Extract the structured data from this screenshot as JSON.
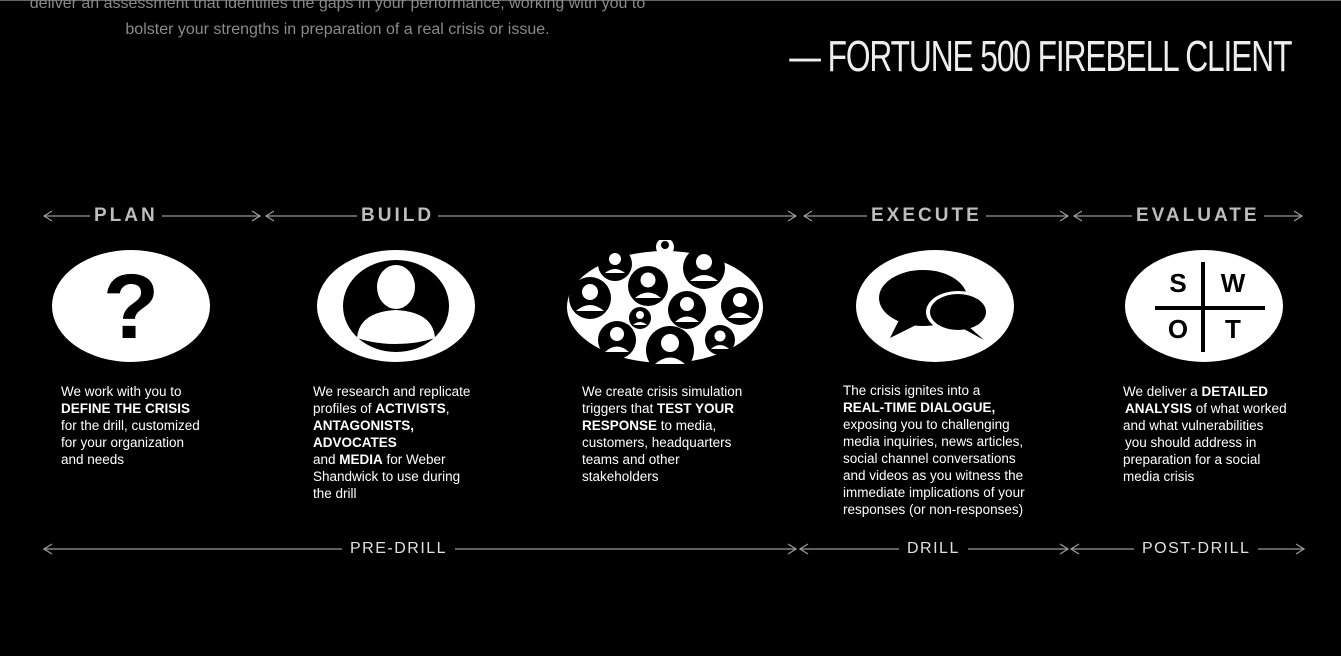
{
  "intro": {
    "line1": "deliver an assessment that identifies the gaps in your performance, working with you to",
    "line2": "bolster your strengths in preparation of a real crisis or issue."
  },
  "quote": "— FORTUNE 500 FIREBELL CLIENT",
  "phases": [
    {
      "label": "PLAN",
      "icon": "question-mark-icon"
    },
    {
      "label": "BUILD",
      "icon": "person-avatar-icon"
    },
    {
      "label": "EXECUTE",
      "icon": "speech-bubbles-icon"
    },
    {
      "label": "EVALUATE",
      "icon": "swot-grid-icon"
    }
  ],
  "network_icon": "crowd-network-icon",
  "swot": {
    "s": "S",
    "w": "W",
    "o": "O",
    "t": "T"
  },
  "descriptions": {
    "plan": {
      "p1": "We work with you to",
      "b1": "DEFINE THE CRISIS",
      "p2": "for the drill, customized",
      "p3": "for your organization",
      "p4": "and needs"
    },
    "build": {
      "p1": "We research and replicate",
      "p2": "profiles of ",
      "b1": "ACTIVISTS",
      "p3": ",",
      "b2": "ANTAGONISTS,",
      "b3": "ADVOCATES",
      "p4": "and ",
      "b4": "MEDIA",
      "p5": " for Weber",
      "p6": "Shandwick to use during",
      "p7": "the drill"
    },
    "simulate": {
      "p1": "We create crisis simulation",
      "p2": "triggers that ",
      "b1": "TEST YOUR",
      "b2": "RESPONSE",
      "p3": " to media,",
      "p4": "customers, headquarters",
      "p5": "teams and other",
      "p6": "stakeholders"
    },
    "execute": {
      "p1": "The crisis ignites into a",
      "b1": "REAL-TIME DIALOGUE,",
      "p2": "exposing you to challenging",
      "p3": "media inquiries, news articles,",
      "p4": "social channel conversations",
      "p5": "and videos as you witness the",
      "p6": "immediate implications of your",
      "p7": "responses (or non-responses)"
    },
    "evaluate": {
      "p1": "We deliver a ",
      "b1": "DETAILED",
      "b2": "ANALYSIS",
      "p2": " of what worked",
      "p3": "and what vulnerabilities",
      "p4": "you should address in",
      "p5": "preparation for a social",
      "p6": "media crisis"
    }
  },
  "stages": [
    "PRE-DRILL",
    "DRILL",
    "POST-DRILL"
  ],
  "colors": {
    "background": "#000000",
    "line": "#9a9a9a",
    "text": "#ffffff"
  }
}
